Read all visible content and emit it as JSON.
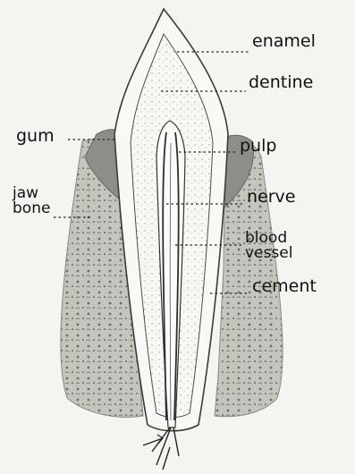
{
  "labels": {
    "enamel": "enamel",
    "dentine": "dentine",
    "gum": "gum",
    "pulp": "pulp",
    "jaw": "jaw",
    "bone": "bone",
    "nerve": "nerve",
    "blood": "blood",
    "vessel": "vessel",
    "cement": "cement"
  },
  "colors": {
    "outline": "#3a3a3a",
    "dentine_stipple": "#e9e9e4",
    "gum": "#8d8d89",
    "bone": "#bdbdb6",
    "bone_texture": "#6f6f6a",
    "background": "#f4f4f1"
  }
}
